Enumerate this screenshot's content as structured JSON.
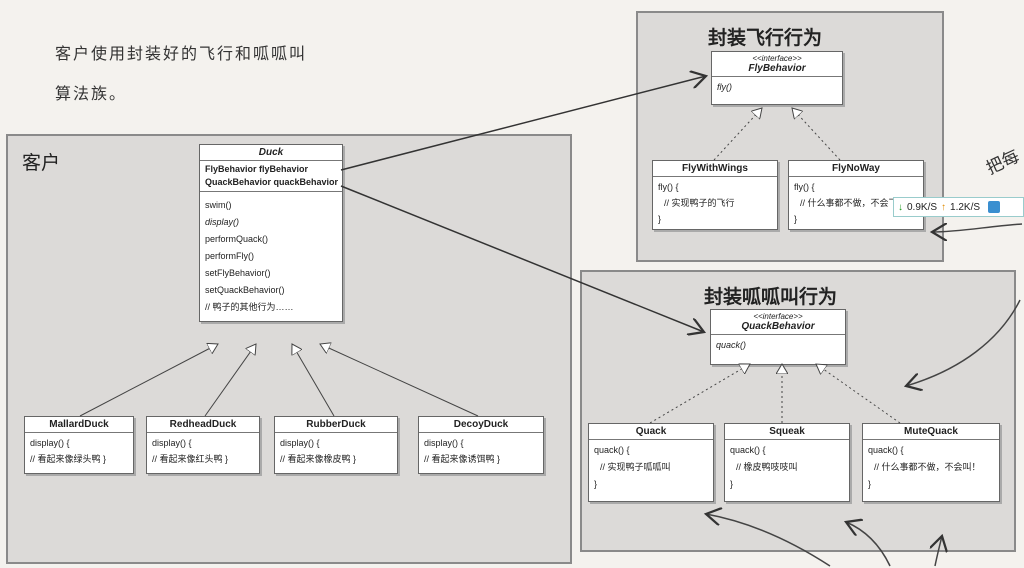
{
  "note": {
    "line1": "客户使用封装好的飞行和呱呱叫",
    "line2": "算法族。"
  },
  "client_group": {
    "label": "客户"
  },
  "fly_group": {
    "label": "封装飞行行为"
  },
  "quack_group": {
    "label": "封装呱呱叫行为"
  },
  "duck": {
    "name": "Duck",
    "fields": [
      "FlyBehavior flyBehavior",
      "QuackBehavior quackBehavior"
    ],
    "methods": [
      "swim()",
      "display()",
      "performQuack()",
      "performFly()",
      "setFlyBehavior()",
      "setQuackBehavior()",
      "// 鸭子的其他行为……"
    ]
  },
  "subclasses": [
    {
      "name": "MallardDuck",
      "m1": "display() {",
      "m2": "// 看起来像绿头鸭 }"
    },
    {
      "name": "RedheadDuck",
      "m1": "display() {",
      "m2": "// 看起来像红头鸭 }"
    },
    {
      "name": "RubberDuck",
      "m1": "display() {",
      "m2": "// 看起来像橡皮鸭 }"
    },
    {
      "name": "DecoyDuck",
      "m1": "display() {",
      "m2": "// 看起来像诱饵鸭 }"
    }
  ],
  "fly_behavior": {
    "stereotype": "<<interface>>",
    "name": "FlyBehavior",
    "method": "fly()"
  },
  "fly_impls": [
    {
      "name": "FlyWithWings",
      "l1": "fly() {",
      "l2": "// 实现鸭子的飞行",
      "l3": "}"
    },
    {
      "name": "FlyNoWay",
      "l1": "fly() {",
      "l2": "// 什么事都不做，不会飞！",
      "l3": "}"
    }
  ],
  "quack_behavior": {
    "stereotype": "<<interface>>",
    "name": "QuackBehavior",
    "method": "quack()"
  },
  "quack_impls": [
    {
      "name": "Quack",
      "l1": "quack() {",
      "l2": "// 实现鸭子呱呱叫",
      "l3": "}"
    },
    {
      "name": "Squeak",
      "l1": "quack() {",
      "l2": "// 橡皮鸭吱吱叫",
      "l3": "}"
    },
    {
      "name": "MuteQuack",
      "l1": "quack() {",
      "l2": "// 什么事都不做，不会叫！",
      "l3": "}"
    }
  ],
  "netbar": {
    "down": "0.9K/S",
    "up": "1.2K/S"
  },
  "hand_right": "把每"
}
